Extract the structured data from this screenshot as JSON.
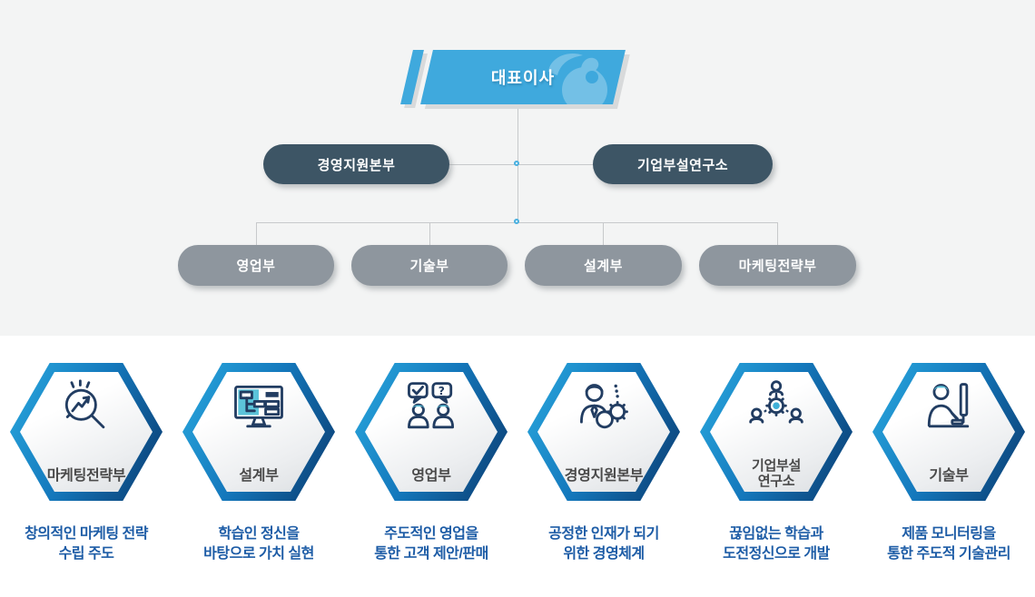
{
  "org_chart": {
    "root": {
      "label": "대표이사"
    },
    "level2": [
      {
        "label": "경영지원본부"
      },
      {
        "label": "기업부설연구소"
      }
    ],
    "level3": [
      {
        "label": "영업부"
      },
      {
        "label": "기술부"
      },
      {
        "label": "설계부"
      },
      {
        "label": "마케팅전략부"
      }
    ]
  },
  "departments": [
    {
      "label": "마케팅전략부",
      "label2": "",
      "icon": "magnifier-chart-icon",
      "desc1": "창의적인 마케팅 전략",
      "desc2": "수립 주도"
    },
    {
      "label": "설계부",
      "label2": "",
      "icon": "monitor-flowchart-icon",
      "desc1": "학습인 정신을",
      "desc2": "바탕으로 가치 실현"
    },
    {
      "label": "영업부",
      "label2": "",
      "icon": "people-chat-icon",
      "desc1": "주도적인 영업을",
      "desc2": "통한 고객 제안/판매"
    },
    {
      "label": "경영지원본부",
      "label2": "",
      "icon": "manager-gear-won-icon",
      "desc1": "공정한 인재가 되기",
      "desc2": "위한 경영체계"
    },
    {
      "label": "기업부설",
      "label2": "연구소",
      "icon": "network-gear-people-icon",
      "desc1": "끊임없는 학습과",
      "desc2": "도전정신으로 개발"
    },
    {
      "label": "기술부",
      "label2": "",
      "icon": "person-computer-icon",
      "desc1": "제품 모니터링을",
      "desc2": "통한 주도적 기술관리"
    }
  ],
  "colors": {
    "section_bg": "#f3f4f4",
    "ceo_blue": "#3fa9dd",
    "pill_dark": "#3d5565",
    "pill_gray": "#8e969e",
    "connector": "#c7c9cb",
    "dot_border": "#49b0e0",
    "hex_gradient_start": "#2aa9df",
    "hex_gradient_end": "#0b3a6e",
    "desc_text": "#1d5ca6"
  }
}
